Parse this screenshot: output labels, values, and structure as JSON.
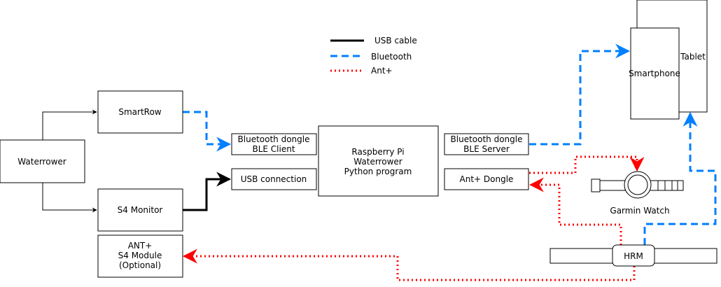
{
  "legend": {
    "usb": "USB cable",
    "bluetooth": "Bluetooth",
    "ant": "Ant+"
  },
  "colors": {
    "usb": "#000000",
    "bluetooth": "#007FFF",
    "ant": "#FF0000"
  },
  "nodes": {
    "waterrower": "Waterrower",
    "smartrow": "SmartRow",
    "s4_monitor": "S4 Monitor",
    "ant_s4_module": [
      "ANT+",
      "S4 Module",
      "(Optional)"
    ],
    "bt_dongle_client": [
      "Bluetooth dongle",
      "BLE Client"
    ],
    "usb_connection": "USB connection",
    "raspberry_pi": [
      "Raspberry Pi",
      "Waterrower",
      "Python program"
    ],
    "bt_dongle_server": [
      "Bluetooth dongle",
      "BLE Server"
    ],
    "ant_dongle": "Ant+ Dongle",
    "tablet": "Tablet",
    "smartphone": "Smartphone",
    "garmin_watch": "Garmin Watch",
    "hrm": "HRM"
  }
}
